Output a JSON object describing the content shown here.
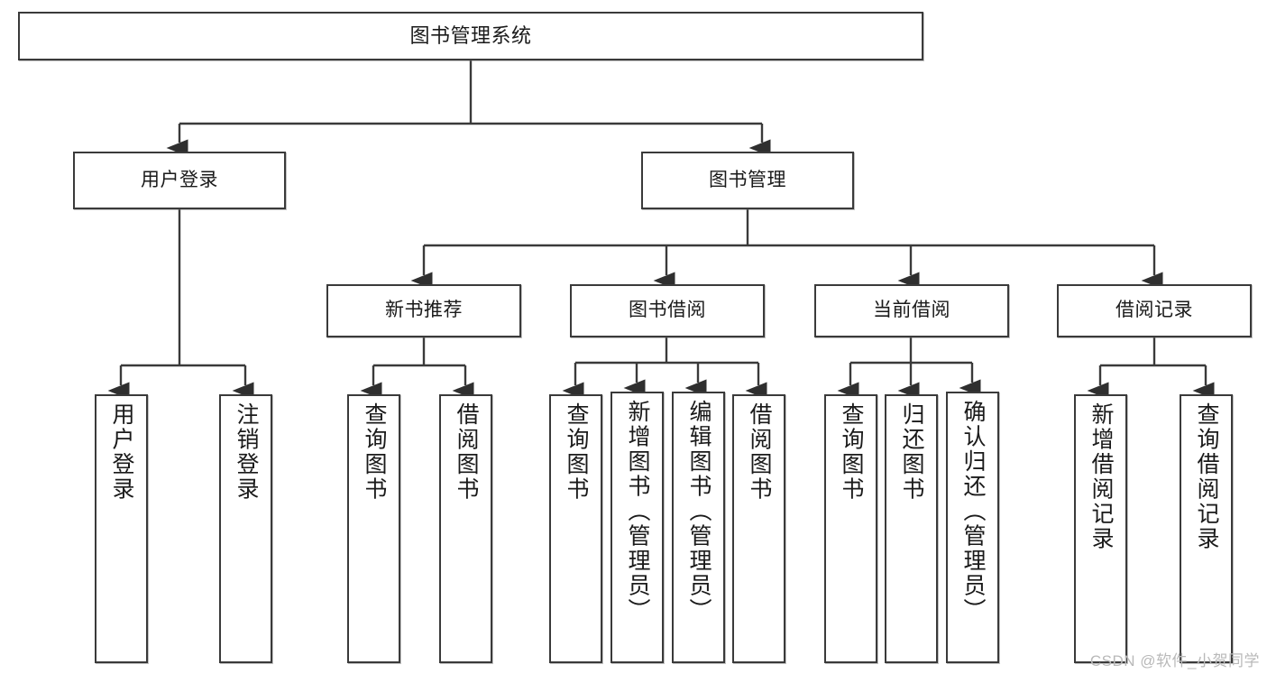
{
  "diagram": {
    "title": "图书管理系统",
    "type": "hierarchy-tree",
    "stroke_color": "#3a3a3a",
    "background_color": "#ffffff",
    "nodes": {
      "root": {
        "label": "图书管理系统",
        "level": 1
      },
      "l2": [
        {
          "id": "user-login",
          "label": "用户登录"
        },
        {
          "id": "book-manage",
          "label": "图书管理"
        }
      ],
      "l3": [
        {
          "id": "new-book-recommend",
          "label": "新书推荐"
        },
        {
          "id": "book-borrow",
          "label": "图书借阅"
        },
        {
          "id": "current-borrow",
          "label": "当前借阅"
        },
        {
          "id": "borrow-record",
          "label": "借阅记录"
        }
      ],
      "leaves_user_login": [
        {
          "id": "leaf-user-login",
          "label": "用户登录"
        },
        {
          "id": "leaf-logout-login",
          "label": "注销登录"
        }
      ],
      "leaves_new_book_recommend": [
        {
          "id": "leaf-query-book-1",
          "label": "查询图书"
        },
        {
          "id": "leaf-borrow-book-1",
          "label": "借阅图书"
        }
      ],
      "leaves_book_borrow": [
        {
          "id": "leaf-query-book-2",
          "label": "查询图书"
        },
        {
          "id": "leaf-add-book",
          "label": "新增图书（管理员）"
        },
        {
          "id": "leaf-edit-book",
          "label": "编辑图书（管理员）"
        },
        {
          "id": "leaf-borrow-book-2",
          "label": "借阅图书"
        }
      ],
      "leaves_current_borrow": [
        {
          "id": "leaf-query-book-3",
          "label": "查询图书"
        },
        {
          "id": "leaf-return-book",
          "label": "归还图书"
        },
        {
          "id": "leaf-confirm-return",
          "label": "确认归还（管理员）"
        }
      ],
      "leaves_borrow_record": [
        {
          "id": "leaf-add-borrow-record",
          "label": "新增借阅记录"
        },
        {
          "id": "leaf-query-borrow-record",
          "label": "查询借阅记录"
        }
      ]
    },
    "watermark": "CSDN @软件_小贺同学"
  }
}
